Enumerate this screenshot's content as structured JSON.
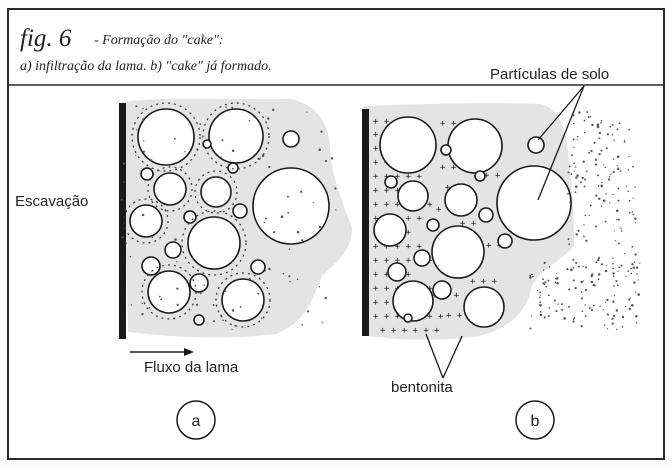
{
  "figure": {
    "title": "fig. 6",
    "subtitle": "- Formação do \"cake\":",
    "caption": "a) infiltração da lama. b) \"cake\" já formado."
  },
  "labels": {
    "particles": "Partículas de solo",
    "excavation": "Escavação",
    "flow": "Fluxo da lama",
    "bentonite": "bentonita",
    "panel_a": "a",
    "panel_b": "b"
  },
  "colors": {
    "frame": "#2a2a2a",
    "slurry_fill": "#e4e4e4",
    "wall": "#1a1a1a",
    "particle_stroke": "#1a1a1a"
  }
}
